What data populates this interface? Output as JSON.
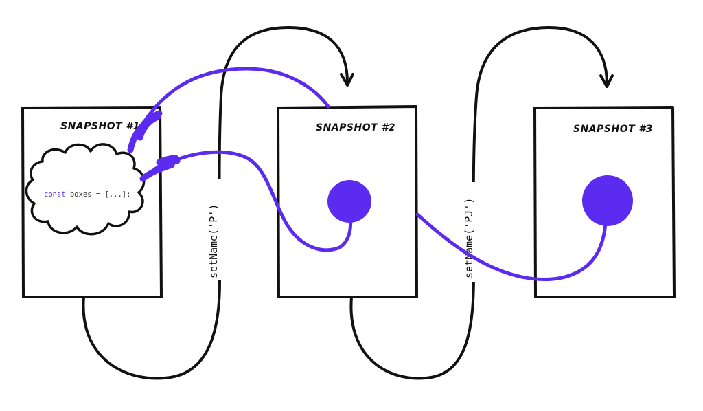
{
  "snapshots": [
    {
      "title": "SNAPSHOT #1"
    },
    {
      "title": "SNAPSHOT #2"
    },
    {
      "title": "SNAPSHOT #3"
    }
  ],
  "code": {
    "keyword": "const",
    "rest": " boxes = [...];"
  },
  "transitions": [
    {
      "label": "setName('P')"
    },
    {
      "label": "setName('PJ')"
    }
  ],
  "colors": {
    "accent": "#5b2bf0",
    "ink": "#111111"
  }
}
